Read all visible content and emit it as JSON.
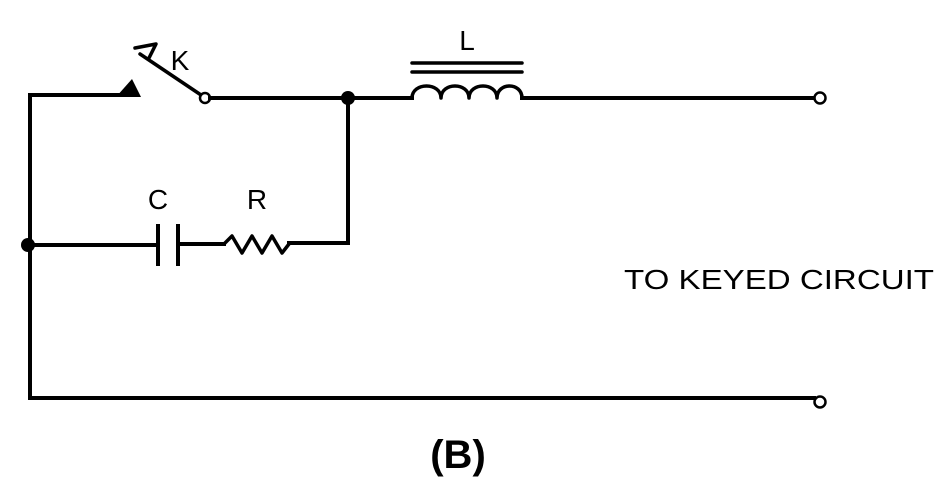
{
  "components": {
    "switch_label": "K",
    "inductor_label": "L",
    "capacitor_label": "C",
    "resistor_label": "R"
  },
  "annotation": "TO KEYED CIRCUIT",
  "figure_label": "(B)",
  "colors": {
    "ink": "#000000",
    "background": "#ffffff"
  }
}
